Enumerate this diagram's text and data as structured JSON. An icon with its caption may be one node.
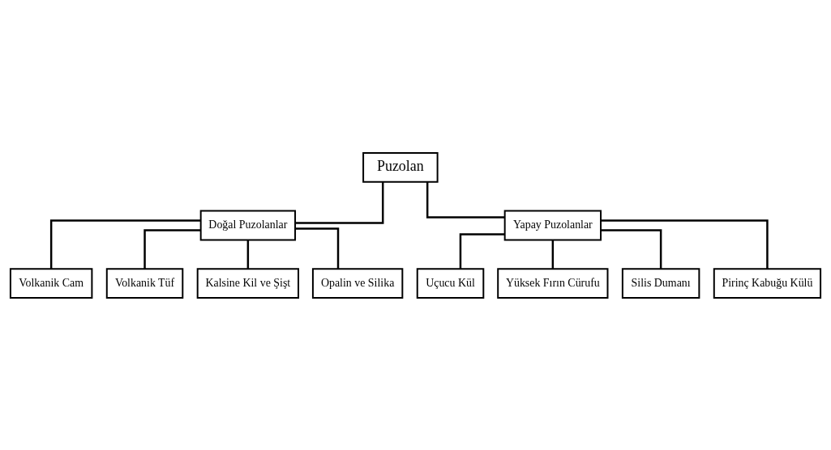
{
  "diagram": {
    "nodes": [
      {
        "text": [
          "Puzolan"
        ]
      },
      {
        "text": [
          "Doğal Puzolanlar"
        ]
      },
      {
        "text": [
          "Yapay Puzolanlar"
        ]
      },
      {
        "text": [
          "Volkanik Cam"
        ]
      },
      {
        "text": [
          "Volkanik Tüf"
        ]
      },
      {
        "text": [
          "Kalsine Kil ve Şişt"
        ]
      },
      {
        "text": [
          "Opalin ve Silika"
        ]
      },
      {
        "text": [
          "Uçucu Kül"
        ]
      },
      {
        "text": [
          "Yüksek Fırın Cürufu"
        ]
      },
      {
        "text": [
          "Silis Dumanı"
        ]
      },
      {
        "text": [
          "Pirinç Kabuğu Külü"
        ]
      }
    ],
    "edges": [
      {
        "from": 0,
        "to": 1,
        "arrow": "none"
      },
      {
        "from": 0,
        "to": 2,
        "arrow": "none"
      },
      {
        "from": 1,
        "to": 3,
        "arrow": "none"
      },
      {
        "from": 1,
        "to": 4,
        "arrow": "none"
      },
      {
        "from": 1,
        "to": 5,
        "arrow": "none"
      },
      {
        "from": 1,
        "to": 6,
        "arrow": "none"
      },
      {
        "from": 2,
        "to": 7,
        "arrow": "none"
      },
      {
        "from": 2,
        "to": 8,
        "arrow": "none"
      },
      {
        "from": 2,
        "to": 9,
        "arrow": "none"
      },
      {
        "from": 2,
        "to": 10,
        "arrow": "none"
      }
    ]
  }
}
